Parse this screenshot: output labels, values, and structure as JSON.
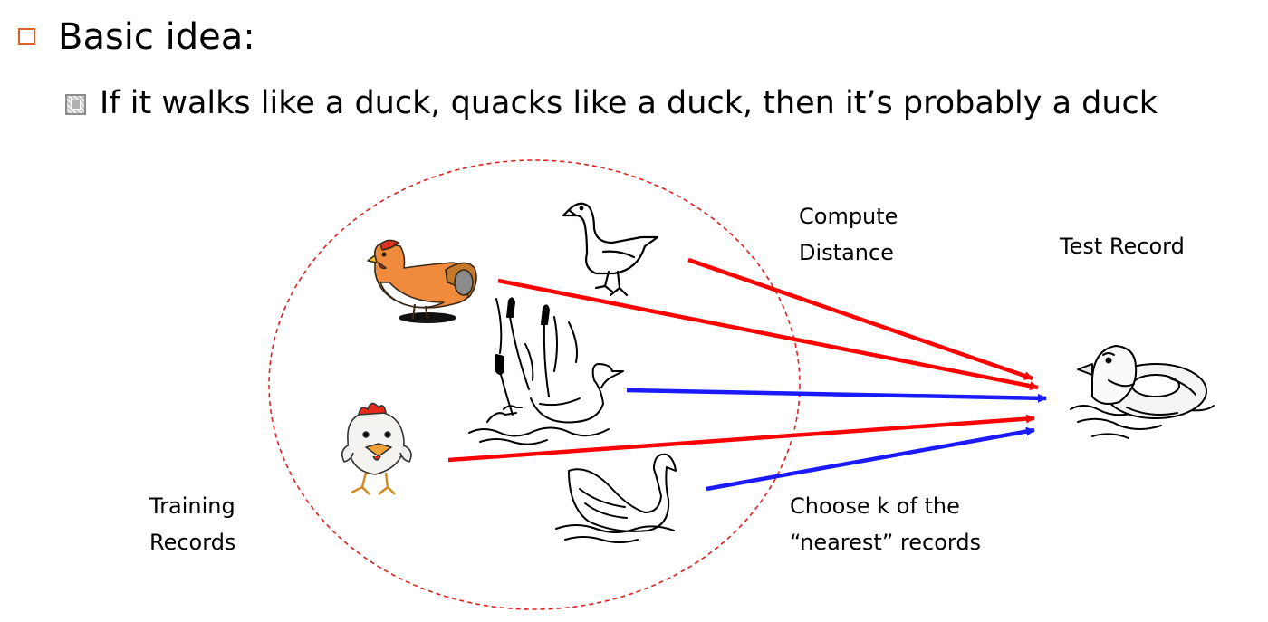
{
  "slide": {
    "heading": "Basic idea:",
    "subheading": "If it walks like a duck, quacks like a duck, then it’s probably a duck"
  },
  "labels": {
    "compute_line1": "Compute",
    "compute_line2": "Distance",
    "test_record": "Test Record",
    "training_line1": "Training",
    "training_line2": "Records",
    "choose_line1": "Choose k of the",
    "choose_line2": "“nearest” records"
  },
  "colors": {
    "bullet_accent": "#d9622b",
    "circle": "#e02020",
    "arrow_far": "#ff0000",
    "arrow_near": "#1a1aff"
  },
  "icons": {
    "bullet": "square-bullet-icon",
    "sub_bullet": "hatched-square-bullet-icon",
    "animals": [
      "goose-icon",
      "hen-icon",
      "cattail-ducks-icon",
      "chicken-icon",
      "swan-icon"
    ],
    "test": "rubber-duck-icon"
  }
}
